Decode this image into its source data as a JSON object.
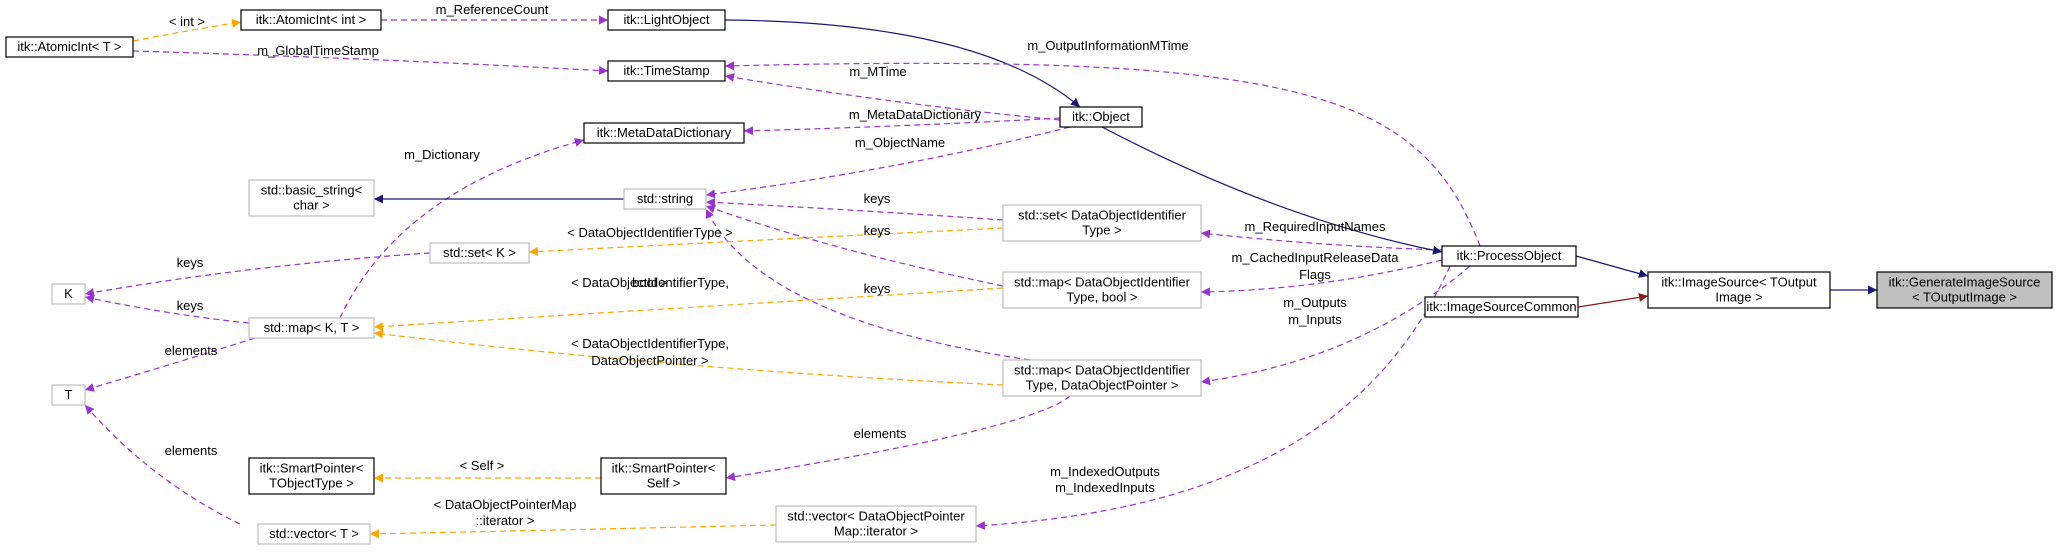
{
  "colors": {
    "background": "#ffffff",
    "inheritance": "#191970",
    "usage": "#9a32cd",
    "template": "#ffa500",
    "private": "#8b1a1a",
    "focus_fill": "#bfbfbf",
    "black_border": "#000000",
    "gray_border": "#bfbfbf"
  },
  "nodes": [
    {
      "id": "atomicint_t",
      "lines": [
        "itk::AtomicInt< T >"
      ],
      "border": "black"
    },
    {
      "id": "atomicint_int",
      "lines": [
        "itk::AtomicInt< int >"
      ],
      "border": "black"
    },
    {
      "id": "lightobject",
      "lines": [
        "itk::LightObject"
      ],
      "border": "black"
    },
    {
      "id": "timestamp",
      "lines": [
        "itk::TimeStamp"
      ],
      "border": "black"
    },
    {
      "id": "metadatadictionary",
      "lines": [
        "itk::MetaDataDictionary"
      ],
      "border": "black"
    },
    {
      "id": "object",
      "lines": [
        "itk::Object"
      ],
      "border": "black"
    },
    {
      "id": "basic_string",
      "lines": [
        "std::basic_string<",
        "char >"
      ],
      "border": "gray"
    },
    {
      "id": "string",
      "lines": [
        "std::string"
      ],
      "border": "gray"
    },
    {
      "id": "set_k",
      "lines": [
        "std::set< K >"
      ],
      "border": "gray"
    },
    {
      "id": "k",
      "lines": [
        "K"
      ],
      "border": "gray"
    },
    {
      "id": "map_kt",
      "lines": [
        "std::map< K, T >"
      ],
      "border": "gray"
    },
    {
      "id": "t",
      "lines": [
        "T"
      ],
      "border": "gray"
    },
    {
      "id": "set_doid",
      "lines": [
        "std::set< DataObjectIdentifier",
        "Type >"
      ],
      "border": "gray"
    },
    {
      "id": "map_doid_bool",
      "lines": [
        "std::map< DataObjectIdentifier",
        "Type, bool >"
      ],
      "border": "gray"
    },
    {
      "id": "map_doid_dop",
      "lines": [
        "std::map< DataObjectIdentifier",
        "Type, DataObjectPointer >"
      ],
      "border": "gray"
    },
    {
      "id": "smartpointer_tobj",
      "lines": [
        "itk::SmartPointer<",
        "TObjectType >"
      ],
      "border": "black"
    },
    {
      "id": "smartpointer_self",
      "lines": [
        "itk::SmartPointer<",
        "Self >"
      ],
      "border": "black"
    },
    {
      "id": "vector_t",
      "lines": [
        "std::vector< T >"
      ],
      "border": "gray"
    },
    {
      "id": "vector_dop",
      "lines": [
        "std::vector< DataObjectPointer",
        "Map::iterator >"
      ],
      "border": "gray"
    },
    {
      "id": "processobject",
      "lines": [
        "itk::ProcessObject"
      ],
      "border": "black"
    },
    {
      "id": "imagesourcecommon",
      "lines": [
        "itk::ImageSourceCommon"
      ],
      "border": "black"
    },
    {
      "id": "imagesource",
      "lines": [
        "itk::ImageSource< TOutput",
        "Image >"
      ],
      "border": "black"
    },
    {
      "id": "generateimagesource",
      "lines": [
        "itk::GenerateImageSource",
        "< TOutputImage >"
      ],
      "border": "black",
      "focus": true
    }
  ],
  "edges": [
    {
      "from": "atomicint_t",
      "to": "atomicint_int",
      "style": "template",
      "labels": [
        "< int >"
      ]
    },
    {
      "from": "atomicint_int",
      "to": "lightobject",
      "style": "usage",
      "labels": [
        "m_ReferenceCount"
      ]
    },
    {
      "from": "atomicint_t",
      "to": "timestamp",
      "style": "usage",
      "labels": [
        "m_GlobalTimeStamp"
      ]
    },
    {
      "from": "lightobject",
      "to": "object",
      "style": "inheritance",
      "labels": []
    },
    {
      "from": "timestamp",
      "to": "object",
      "style": "usage",
      "labels": [
        "m_MTime"
      ]
    },
    {
      "from": "timestamp",
      "to": "processobject",
      "style": "usage",
      "labels": [
        "m_OutputInformationMTime"
      ]
    },
    {
      "from": "metadatadictionary",
      "to": "object",
      "style": "usage",
      "labels": [
        "m_MetaDataDictionary"
      ]
    },
    {
      "from": "string",
      "to": "object",
      "style": "usage",
      "labels": [
        "m_ObjectName"
      ]
    },
    {
      "from": "map_kt",
      "to": "metadatadictionary",
      "style": "usage",
      "labels": [
        "m_Dictionary"
      ]
    },
    {
      "from": "basic_string",
      "to": "string",
      "style": "inheritance",
      "labels": []
    },
    {
      "from": "string",
      "to": "set_doid",
      "style": "usage",
      "labels": [
        "keys"
      ]
    },
    {
      "from": "string",
      "to": "map_doid_bool",
      "style": "usage",
      "labels": [
        "keys"
      ]
    },
    {
      "from": "string",
      "to": "map_doid_dop",
      "style": "usage",
      "labels": [
        "keys"
      ]
    },
    {
      "from": "set_k",
      "to": "set_doid",
      "style": "template",
      "labels": [
        "< DataObjectIdentifierType >"
      ]
    },
    {
      "from": "k",
      "to": "set_k",
      "style": "usage",
      "labels": [
        "keys"
      ]
    },
    {
      "from": "k",
      "to": "map_kt",
      "style": "usage",
      "labels": [
        "keys"
      ]
    },
    {
      "from": "map_kt",
      "to": "map_doid_bool",
      "style": "template",
      "labels": [
        "< DataObjectIdentifierType,",
        "bool >"
      ]
    },
    {
      "from": "map_kt",
      "to": "map_doid_dop",
      "style": "template",
      "labels": [
        "< DataObjectIdentifierType,",
        "DataObjectPointer >"
      ]
    },
    {
      "from": "t",
      "to": "map_kt",
      "style": "usage",
      "labels": [
        "elements"
      ]
    },
    {
      "from": "t",
      "to": "vector_t",
      "style": "usage",
      "labels": [
        "elements"
      ]
    },
    {
      "from": "set_doid",
      "to": "processobject",
      "style": "usage",
      "labels": [
        "m_RequiredInputNames"
      ]
    },
    {
      "from": "map_doid_bool",
      "to": "processobject",
      "style": "usage",
      "labels": [
        "m_CachedInputReleaseData",
        "Flags"
      ]
    },
    {
      "from": "map_doid_dop",
      "to": "processobject",
      "style": "usage",
      "labels": [
        "m_Outputs",
        "m_Inputs"
      ]
    },
    {
      "from": "smartpointer_tobj",
      "to": "smartpointer_self",
      "style": "template",
      "labels": [
        "< Self >"
      ]
    },
    {
      "from": "smartpointer_self",
      "to": "map_doid_dop",
      "style": "usage",
      "labels": [
        "elements"
      ]
    },
    {
      "from": "vector_t",
      "to": "vector_dop",
      "style": "template",
      "labels": [
        "< DataObjectPointerMap",
        "::iterator >"
      ]
    },
    {
      "from": "vector_dop",
      "to": "processobject",
      "style": "usage",
      "labels": [
        "m_IndexedOutputs",
        "m_IndexedInputs"
      ]
    },
    {
      "from": "object",
      "to": "processobject",
      "style": "inheritance",
      "labels": []
    },
    {
      "from": "processobject",
      "to": "imagesource",
      "style": "inheritance",
      "labels": []
    },
    {
      "from": "imagesourcecommon",
      "to": "imagesource",
      "style": "private",
      "labels": []
    },
    {
      "from": "imagesource",
      "to": "generateimagesource",
      "style": "inheritance",
      "labels": []
    }
  ]
}
